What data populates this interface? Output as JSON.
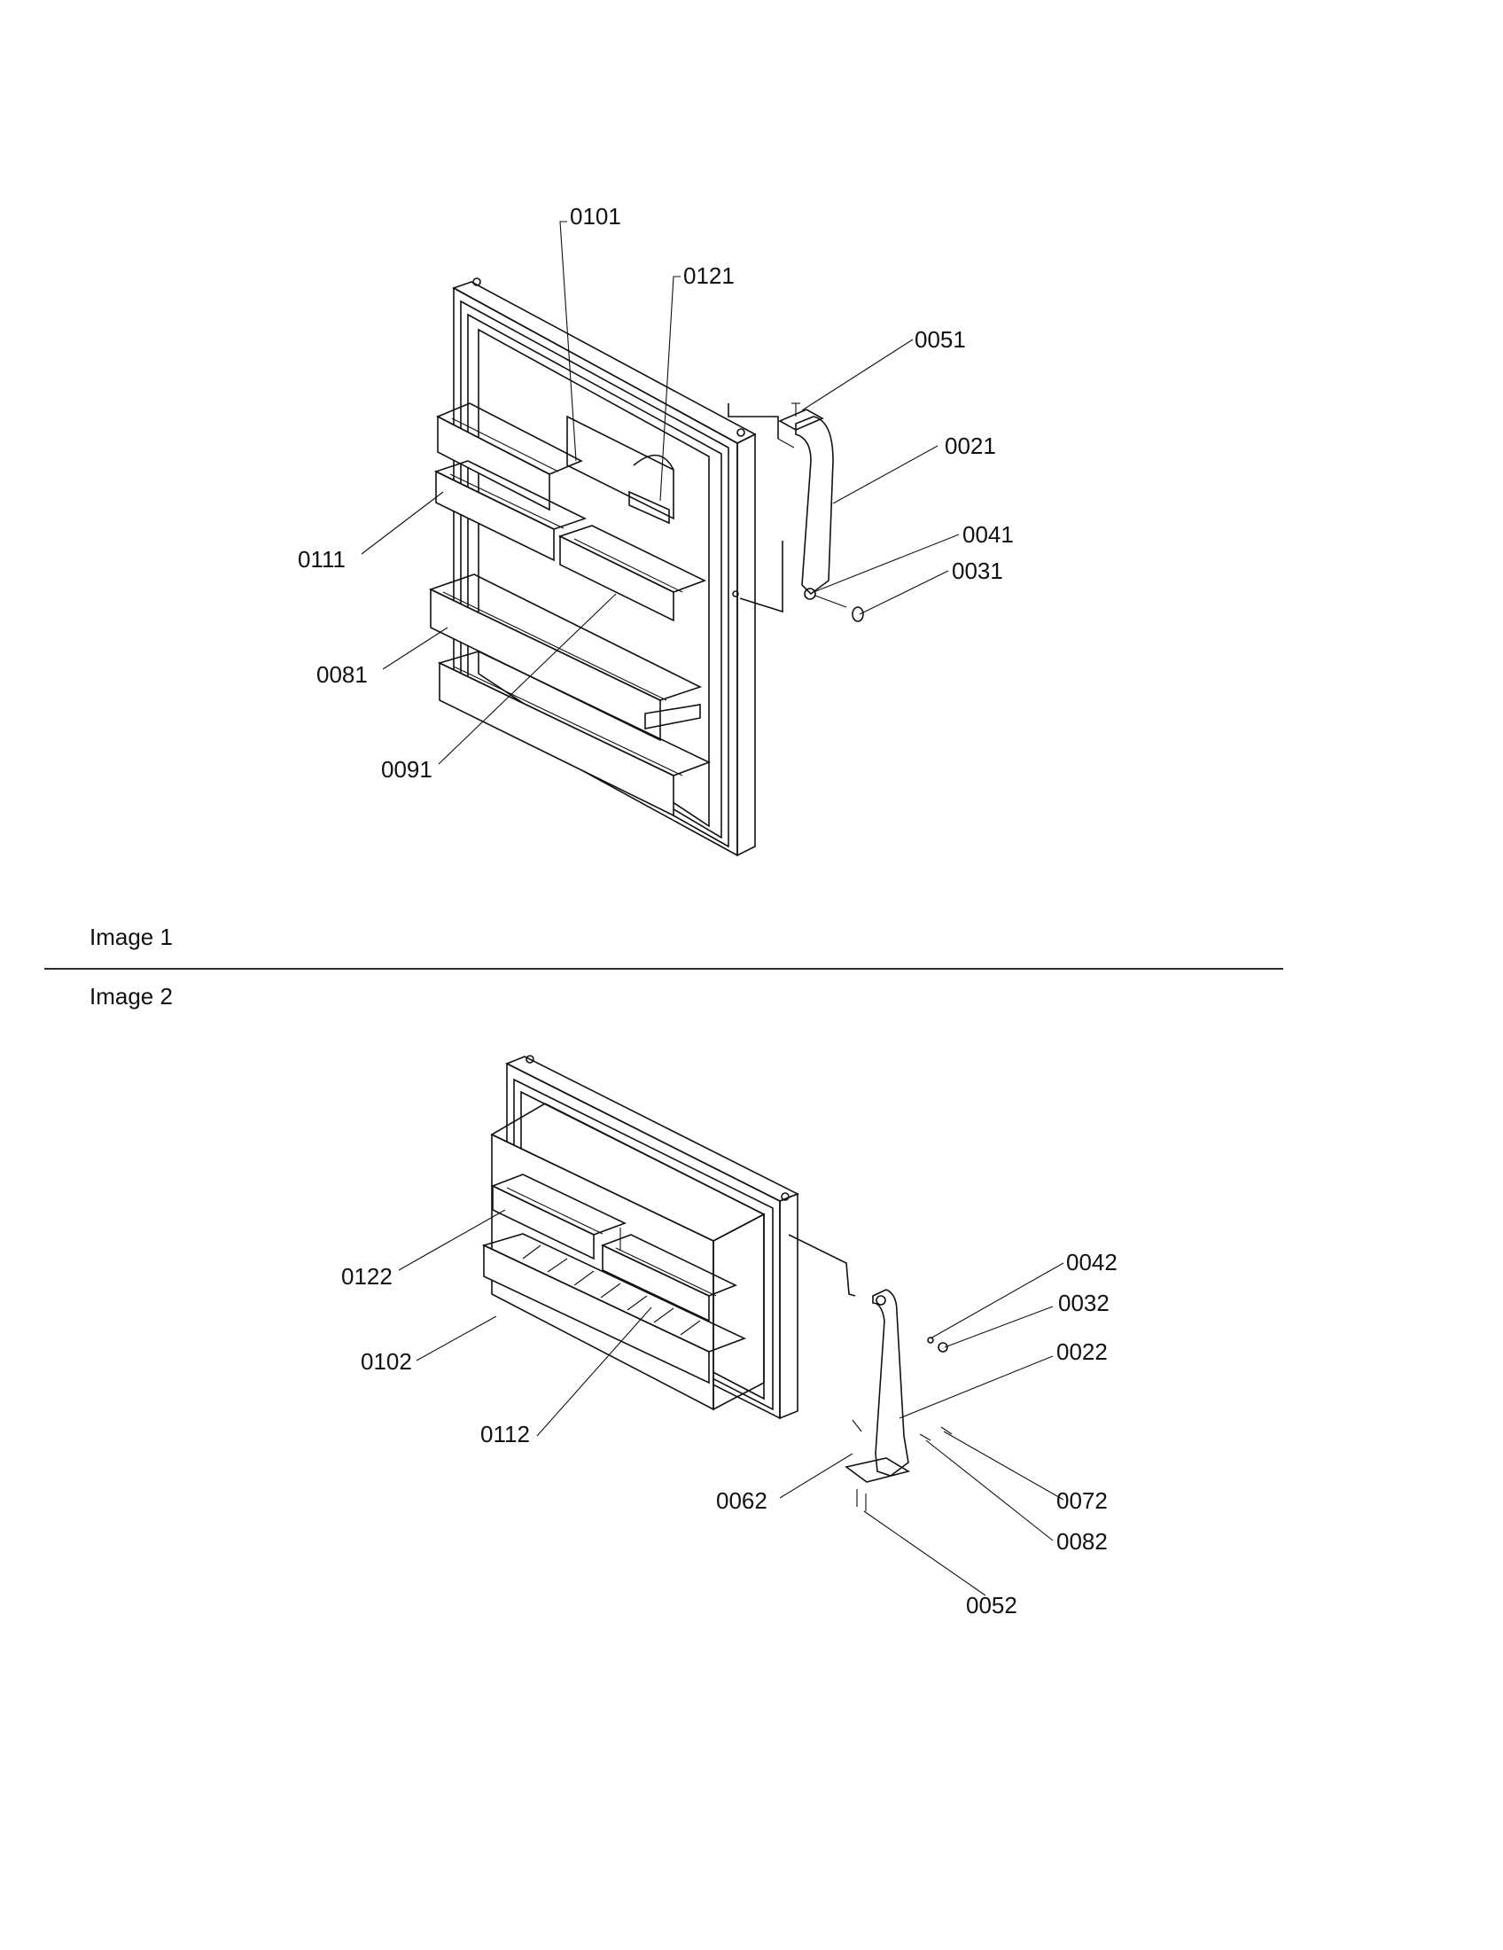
{
  "image1": {
    "caption": "Image 1",
    "callouts": {
      "c0101": "0101",
      "c0121": "0121",
      "c0051": "0051",
      "c0021": "0021",
      "c0041": "0041",
      "c0031": "0031",
      "c0111": "0111",
      "c0081": "0081",
      "c0091": "0091"
    }
  },
  "image2": {
    "caption": "Image 2",
    "callouts": {
      "c0042": "0042",
      "c0032": "0032",
      "c0022": "0022",
      "c0122": "0122",
      "c0102": "0102",
      "c0112": "0112",
      "c0062": "0062",
      "c0072": "0072",
      "c0082": "0082",
      "c0052": "0052"
    }
  }
}
